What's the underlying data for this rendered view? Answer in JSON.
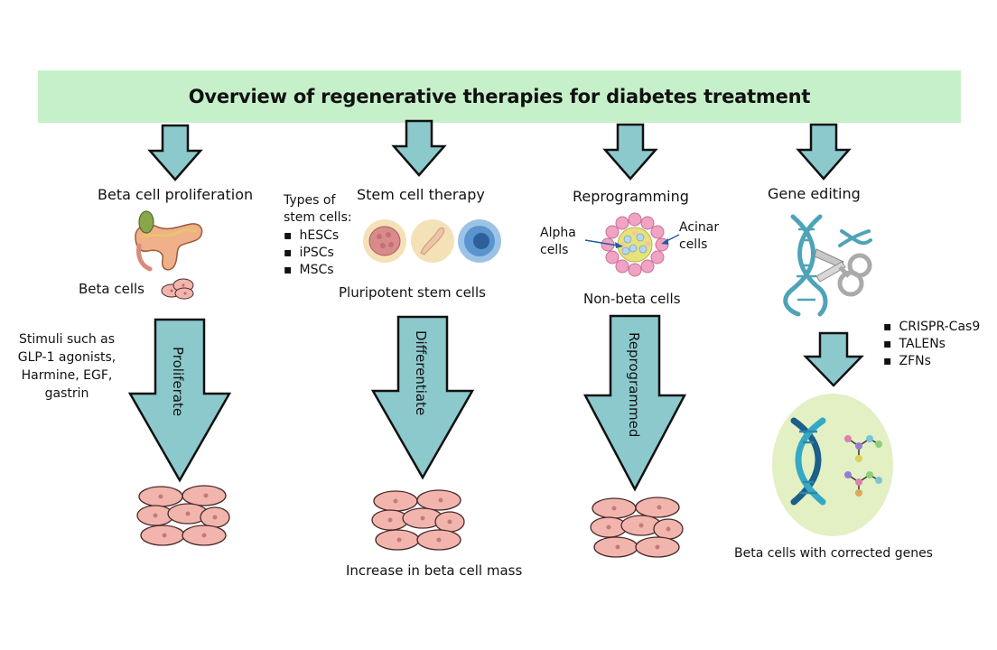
{
  "title": "Overview of regenerative therapies for diabetes treatment",
  "columns": {
    "beta": {
      "heading": "Beta cell proliferation",
      "source_label": "Beta cells",
      "stimuli": [
        "Stimuli such as",
        "GLP-1 agonists,",
        "Harmine, EGF,",
        "gastrin"
      ],
      "arrow_label": "Proliferate"
    },
    "stem": {
      "heading": "Stem cell therapy",
      "types_title": [
        "Types of",
        "stem cells:"
      ],
      "types": [
        "hESCs",
        "iPSCs",
        "MSCs"
      ],
      "source_label": "Pluripotent stem cells",
      "arrow_label": "Differentiate"
    },
    "reprog": {
      "heading": "Reprogramming",
      "alpha_label": [
        "Alpha",
        "cells"
      ],
      "acinar_label": [
        "Acinar",
        "cells"
      ],
      "source_label": "Non-beta cells",
      "arrow_label": "Reprogrammed"
    },
    "gene": {
      "heading": "Gene editing",
      "tools": [
        "CRISPR-Cas9",
        "TALENs",
        "ZFNs"
      ],
      "result_label": "Beta cells with corrected genes"
    }
  },
  "outcome_label": "Increase in beta cell mass",
  "colors": {
    "banner": "#c6f0c9",
    "arrow_fill": "#8cc9cd",
    "arrow_stroke": "#111111",
    "cell_fill": "#f2b5ae",
    "cell_stroke": "#4a2a2a",
    "dna_teal": "#4fa3b8",
    "result_circle": "#e2f0c4"
  },
  "icons": [
    "pancreas-icon",
    "beta-cell-cluster-icon",
    "stem-cell-icon",
    "islet-icon",
    "dna-scissors-icon",
    "dna-molecule-icon",
    "beta-cell-mass-icon"
  ]
}
